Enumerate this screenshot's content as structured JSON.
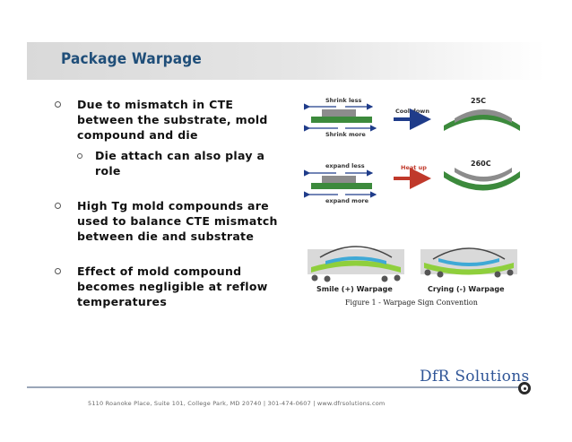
{
  "slide": {
    "title": "Package Warpage",
    "bullets": [
      {
        "text": "Due to mismatch in CTE between the substrate, mold compound and die",
        "subbullets": [
          "Die attach can also play a role"
        ]
      },
      {
        "text": "High Tg mold compounds are used to balance CTE mismatch between die and substrate"
      },
      {
        "text": "Effect of mold compound becomes negligible at reflow temperatures"
      }
    ]
  },
  "figure": {
    "shrink_less": "Shrink less",
    "shrink_more": "Shrink more",
    "cool_down": "Cool down",
    "temp_cool": "25C",
    "expand_less": "expand less",
    "expand_more": "expand more",
    "heat_up": "Heat up",
    "temp_hot": "260C",
    "smile_label": "Smile (+) Warpage",
    "crying_label": "Crying (-) Warpage",
    "caption": "Figure 1 - Warpage Sign Convention",
    "colors": {
      "substrate_green": "#3c8a3c",
      "die_gray": "#8c8c8c",
      "arrow_blue": "#1f3c8a",
      "arrow_red": "#c0392b"
    }
  },
  "footer": {
    "logo_text": "DfR Solutions",
    "address": "5110 Roanoke Place, Suite 101, College Park, MD 20740  |  301-474-0607  |  www.dfrsolutions.com"
  }
}
